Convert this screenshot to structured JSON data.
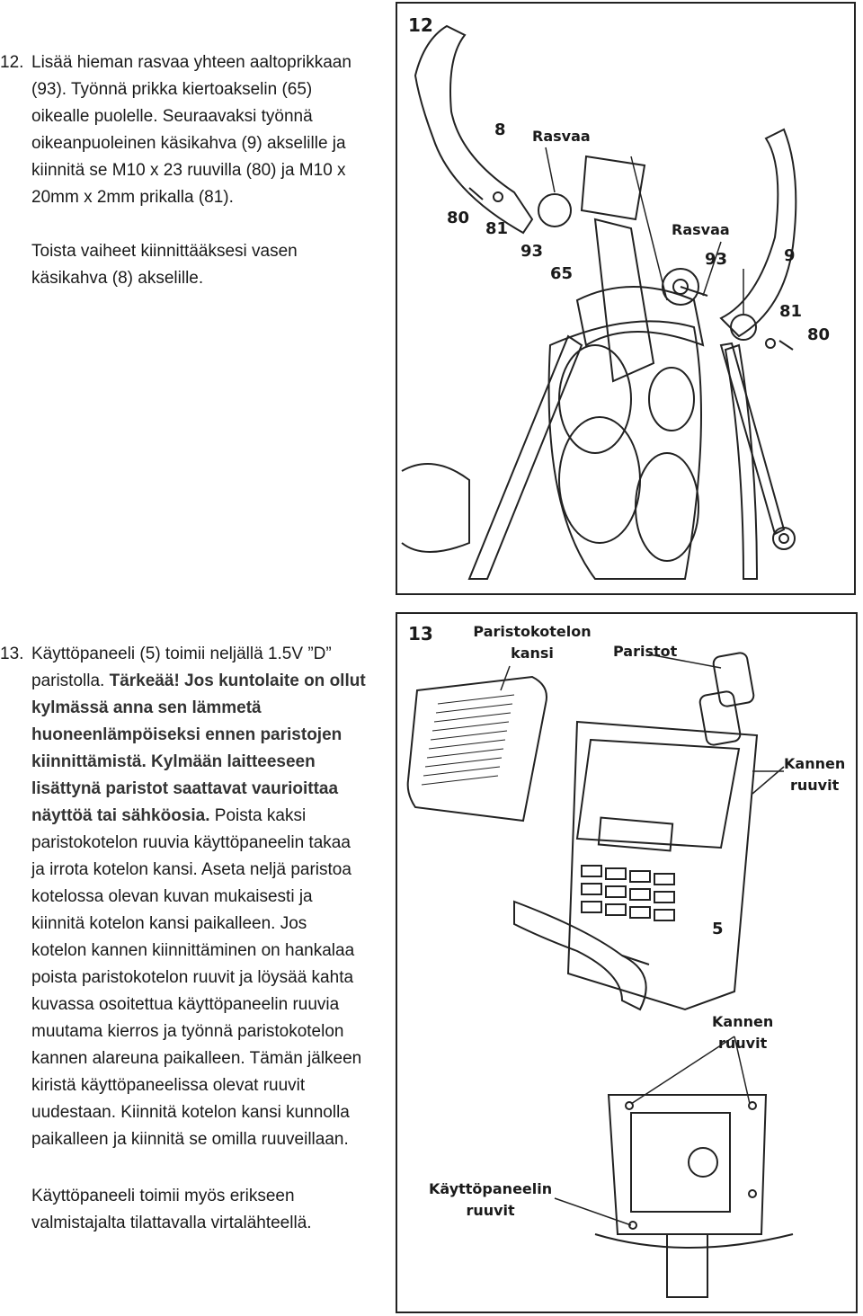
{
  "step12": {
    "number": "12.",
    "lines": [
      "Lisää hieman rasvaa yhteen aaltoprikkaan",
      "(93). Työnnä prikka kiertoakselin (65)",
      "oikealle puolelle. Seuraavaksi työnnä",
      "oikeanpuoleinen käsikahva (9) akselille ja",
      "kiinnitä se M10 x 23 ruuvilla (80) ja M10 x",
      "20mm x 2mm prikalla (81)."
    ],
    "sub_lines": [
      "Toista vaiheet kiinnittääksesi vasen",
      "käsikahva (8) akselille."
    ]
  },
  "step13": {
    "number": "13.",
    "first_line": "Käyttöpaneeli (5) toimii neljällä 1.5V ”D”",
    "second_line_normal": "paristolla. ",
    "second_line_bold": "Tärkeää! Jos kuntolaite on ollut",
    "bold_lines": [
      "kylmässä anna sen lämmetä",
      "huoneenlämpöiseksi ennen paristojen",
      "kiinnittämistä. Kylmään laitteeseen",
      "lisättynä paristot saattavat vaurioittaa"
    ],
    "bold_end": "näyttöä tai sähköosia.",
    "after_bold": " Poista kaksi",
    "lines": [
      "paristokotelon ruuvia käyttöpaneelin takaa",
      "ja irrota kotelon kansi. Aseta neljä paristoa",
      "kotelossa olevan kuvan mukaisesti ja",
      "kiinnitä kotelon kansi paikalleen.  Jos",
      "kotelon kannen kiinnittäminen on hankalaa",
      "poista paristokotelon ruuvit ja löysää kahta",
      "kuvassa osoitettua käyttöpaneelin ruuvia",
      "muutama kierros ja työnnä paristokotelon",
      "kannen alareuna paikalleen. Tämän jälkeen",
      "kiristä käyttöpaneelissa olevat ruuvit",
      "uudestaan. Kiinnitä kotelon kansi kunnolla",
      "paikalleen ja kiinnitä se omilla ruuveillaan."
    ]
  },
  "note": {
    "lines": [
      "Käyttöpaneeli toimii myös erikseen",
      "valmistajalta tilattavalla virtalähteellä."
    ]
  },
  "figure12": {
    "number": "12",
    "labels": {
      "rasvaa_top": "Rasvaa",
      "rasvaa_right": "Rasvaa",
      "p8": "8",
      "p80_left": "80",
      "p81_left": "81",
      "p93_left": "93",
      "p65": "65",
      "p93_right": "93",
      "p9": "9",
      "p81_right": "81",
      "p80_right": "80"
    }
  },
  "figure13": {
    "number": "13",
    "labels": {
      "cover_l1": "Paristokotelon",
      "cover_l2": "kansi",
      "batteries": "Paristot",
      "lid_screws_l1": "Kannen",
      "lid_screws_l2": "ruuvit",
      "p5": "5",
      "lid_screws2_l1": "Kannen",
      "lid_screws2_l2": "ruuvit",
      "panel_screws_l1": "Käyttöpaneelin",
      "panel_screws_l2": "ruuvit"
    }
  }
}
